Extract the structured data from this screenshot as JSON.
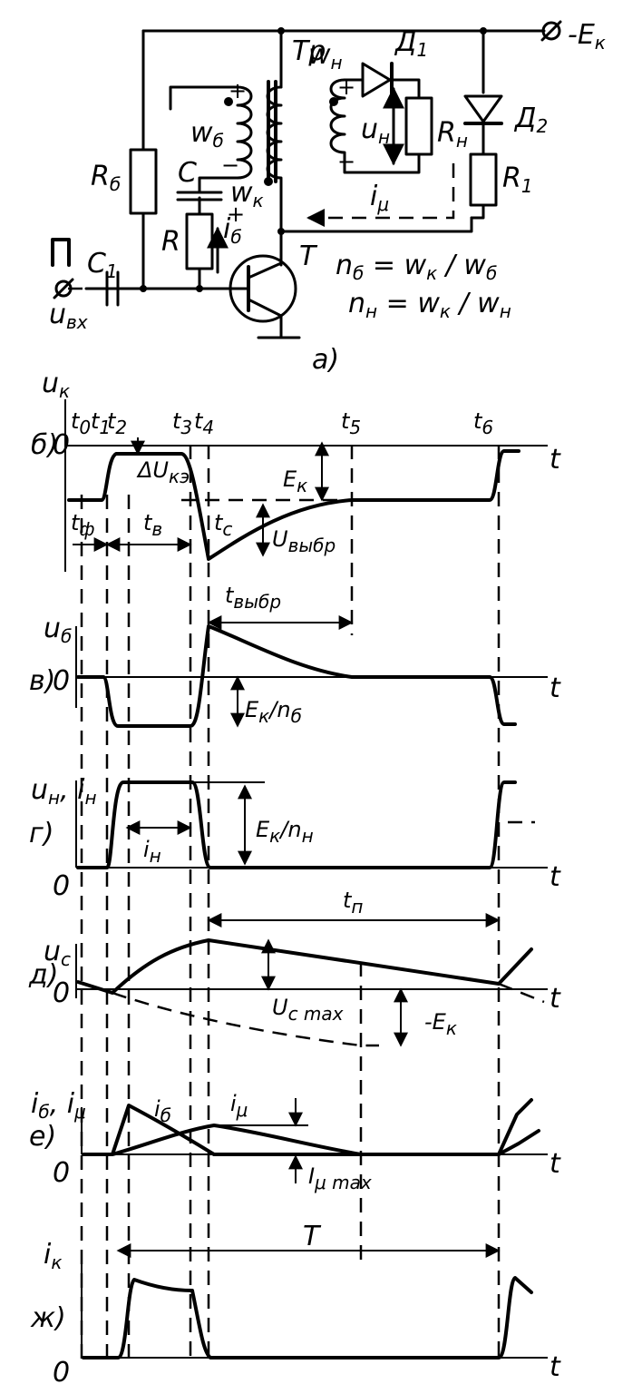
{
  "circuit": {
    "supply": "-E",
    "supply_sub": "к",
    "transformer": "Тр",
    "winding_b": "w",
    "winding_b_sub": "б",
    "winding_k": "w",
    "winding_k_sub": "к",
    "winding_n": "w",
    "winding_n_sub": "н",
    "diode1": "Д",
    "diode1_sub": "1",
    "diode2": "Д",
    "diode2_sub": "2",
    "load_voltage": "u",
    "load_voltage_sub": "н",
    "load_res": "R",
    "load_res_sub": "н",
    "r1": "R",
    "r1_sub": "1",
    "rb": "R",
    "rb_sub": "б",
    "cap": "C",
    "res": "R",
    "ib": "i",
    "ib_sub": "б",
    "imu": "i",
    "imu_sub": "μ",
    "c1": "C",
    "c1_sub": "1",
    "uin": "u",
    "uin_sub": "вх",
    "transistor": "T",
    "eq1": "n",
    "eq1_sub": "б",
    "eq1_rhs": "= w",
    "eq1_rhs_sub1": "к",
    "eq1_slash": "/ w",
    "eq1_rhs_sub2": "б",
    "eq2": "n",
    "eq2_sub": "н",
    "eq2_rhs": "= w",
    "eq2_rhs_sub1": "к",
    "eq2_slash": "/ w",
    "eq2_rhs_sub2": "н",
    "plus": "+",
    "minus": "−",
    "panel_label": "а)"
  },
  "plots": {
    "b": {
      "panel": "б)",
      "ylabel": "u",
      "ylabel_sub": "к",
      "zero": "0",
      "t": "t",
      "t_marks": [
        "t",
        "t",
        "t",
        "t",
        "t",
        "t",
        "t"
      ],
      "t_subs": [
        "0",
        "1",
        "2",
        "3",
        "4",
        "5",
        "6"
      ],
      "du": "ΔU",
      "du_sub": "кэ",
      "ek": "E",
      "ek_sub": "к",
      "tf": "t",
      "tf_sub": "ф",
      "tv": "t",
      "tv_sub": "в",
      "tc": "t",
      "tc_sub": "с",
      "uvybr": "U",
      "uvybr_sub": "выбр",
      "tvybr": "t",
      "tvybr_sub": "выбр"
    },
    "v": {
      "panel": "в)",
      "ylabel": "u",
      "ylabel_sub": "б",
      "zero": "0",
      "t": "t",
      "amp": "E",
      "amp_sub": "к",
      "amp_div": "/n",
      "amp_div_sub": "б"
    },
    "g": {
      "panel": "г)",
      "ylabel": "u",
      "ylabel_sub": "н",
      "ylabel2": ", i",
      "ylabel2_sub": "н",
      "zero": "0",
      "t": "t",
      "amp": "E",
      "amp_sub": "к",
      "amp_div": "/n",
      "amp_div_sub": "н",
      "in": "i",
      "in_sub": "н"
    },
    "d": {
      "panel": "д)",
      "ylabel": "u",
      "ylabel_sub": "c",
      "zero": "0",
      "t": "t",
      "tp": "t",
      "tp_sub": "п",
      "ucmax": "U",
      "ucmax_sub": "c max",
      "ek": "-E",
      "ek_sub": "к"
    },
    "e": {
      "panel": "е)",
      "ylabel": "i",
      "ylabel_sub": "б",
      "ylabel2": ", i",
      "ylabel2_sub": "μ",
      "zero": "0",
      "t": "t",
      "ib": "i",
      "ib_sub": "б",
      "imu": "i",
      "imu_sub": "μ",
      "imax": "I",
      "imax_sub": "μ max"
    },
    "zh": {
      "panel": "ж)",
      "ylabel": "i",
      "ylabel_sub": "к",
      "zero": "0",
      "t": "t",
      "period": "T"
    }
  }
}
